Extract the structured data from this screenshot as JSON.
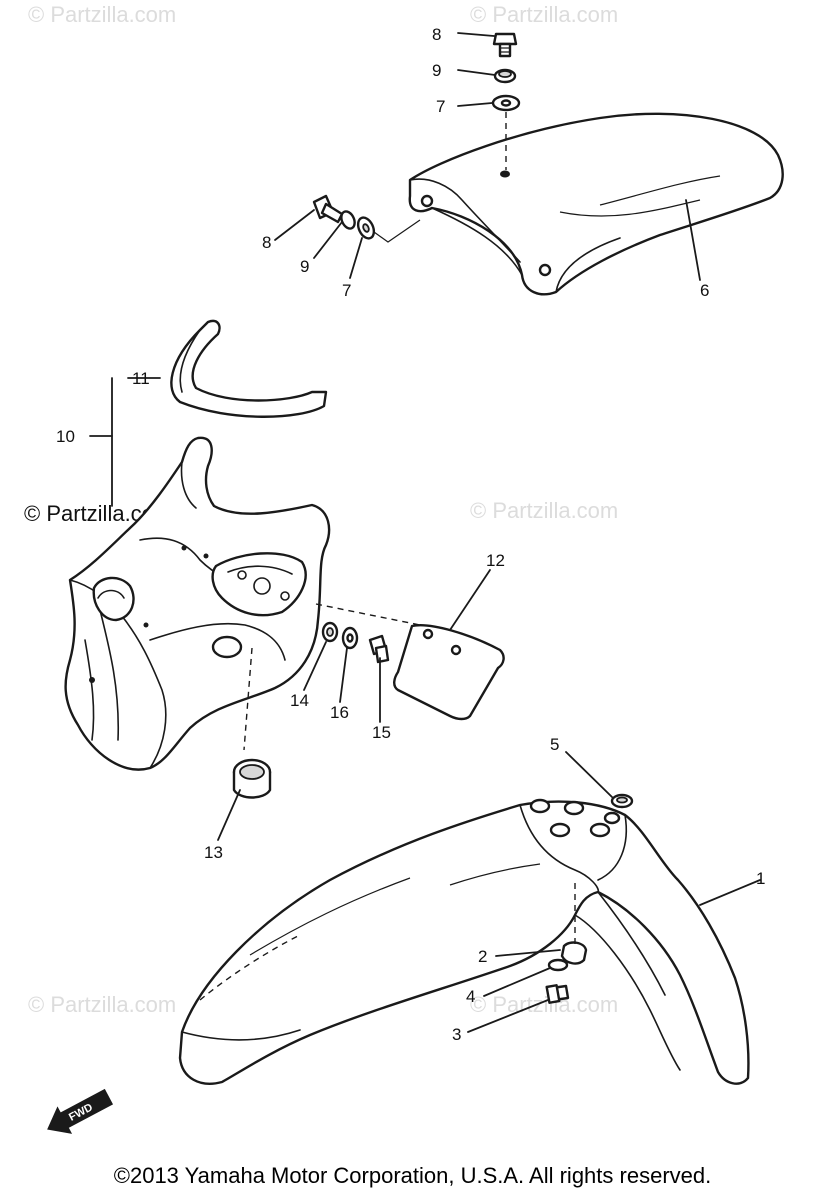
{
  "watermarks": {
    "top_left": "© Partzilla.com",
    "top_right": "© Partzilla.com",
    "mid_left": "© Partzilla.com",
    "mid_right": "© Partzilla.com",
    "bottom_left": "© Partzilla.com",
    "bottom_right": "© Partzilla.com"
  },
  "callouts": {
    "c1": "1",
    "c2": "2",
    "c3": "3",
    "c4": "4",
    "c5": "5",
    "c6": "6",
    "c7a": "7",
    "c7b": "7",
    "c8a": "8",
    "c8b": "8",
    "c9a": "9",
    "c9b": "9",
    "c10": "10",
    "c11": "11",
    "c12": "12",
    "c13": "13",
    "c14": "14",
    "c15": "15",
    "c16": "16"
  },
  "forward_marker": {
    "label": "FWD",
    "icon": "forward-arrow-icon"
  },
  "copyright": "©2013  Yamaha Motor Corporation, U.S.A. All rights reserved."
}
